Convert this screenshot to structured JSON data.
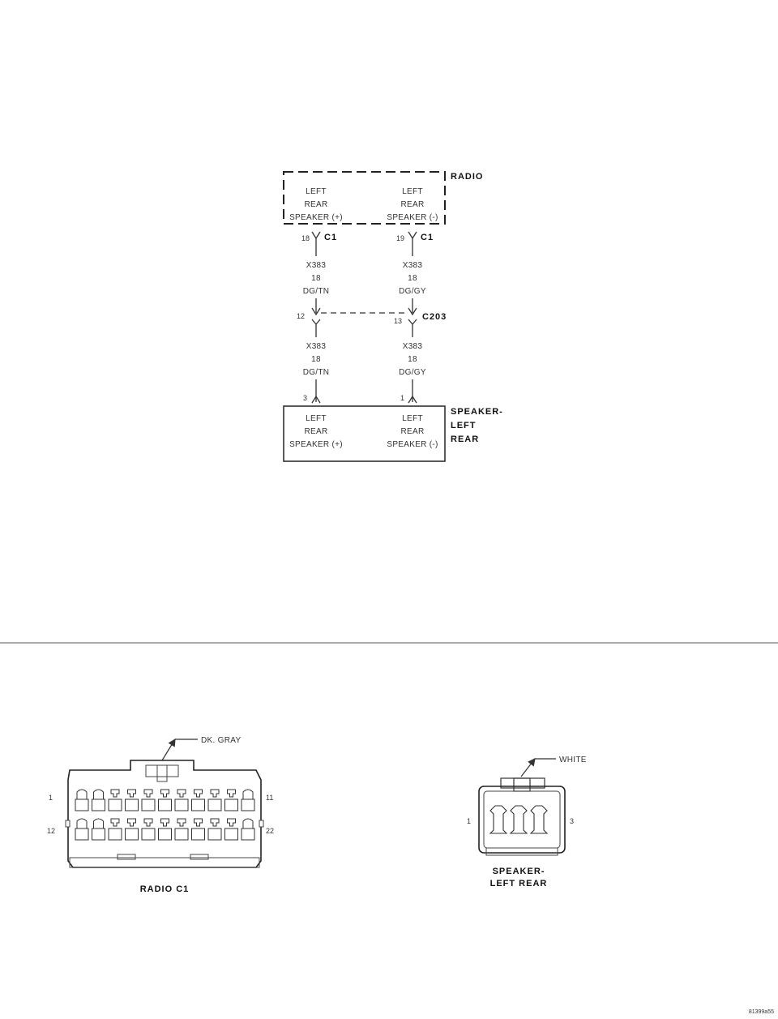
{
  "schematic": {
    "radio": {
      "label": "RADIO",
      "left_pin": [
        "LEFT",
        "REAR",
        "SPEAKER (+)"
      ],
      "right_pin": [
        "LEFT",
        "REAR",
        "SPEAKER (-)"
      ]
    },
    "c1": {
      "label": "C1",
      "left_cavity": "18",
      "right_cavity": "19"
    },
    "wire_upper_left": [
      "X383",
      "18",
      "DG/TN"
    ],
    "wire_upper_right": [
      "X383",
      "18",
      "DG/GY"
    ],
    "c203": {
      "label": "C203",
      "left_cavity": "12",
      "right_cavity": "13"
    },
    "wire_lower_left": [
      "X383",
      "18",
      "DG/TN"
    ],
    "wire_lower_right": [
      "X383",
      "18",
      "DG/GY"
    ],
    "speaker_cavities": {
      "left": "3",
      "right": "1"
    },
    "speaker": {
      "label": [
        "SPEAKER-",
        "LEFT",
        "REAR"
      ],
      "left_pin": [
        "LEFT",
        "REAR",
        "SPEAKER (+)"
      ],
      "right_pin": [
        "LEFT",
        "REAR",
        "SPEAKER (-)"
      ]
    }
  },
  "connectors": {
    "radio_c1": {
      "title": "RADIO C1",
      "color": "DK. GRAY",
      "pin_labels": {
        "top_left": "1",
        "top_right": "11",
        "bottom_left": "12",
        "bottom_right": "22"
      }
    },
    "speaker": {
      "title": [
        "SPEAKER-",
        "LEFT REAR"
      ],
      "color": "WHITE",
      "pin_labels": {
        "left": "1",
        "right": "3"
      }
    }
  },
  "footer_code": "81399a55"
}
